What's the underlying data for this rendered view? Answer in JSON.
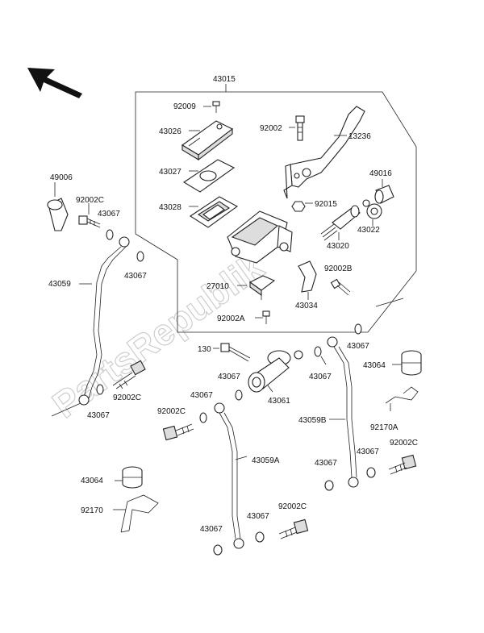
{
  "labels": {
    "l43015": "43015",
    "l92009": "92009",
    "l43026": "43026",
    "l43027": "43027",
    "l43028": "43028",
    "l92002": "92002",
    "l13236": "13236",
    "l49016": "49016",
    "l92015": "92015",
    "l43022": "43022",
    "l43020": "43020",
    "l92002B": "92002B",
    "l27010": "27010",
    "l43034": "43034",
    "l92002A": "92002A",
    "l49006": "49006",
    "l92002C_a": "92002C",
    "l43067_a": "43067",
    "l43067_b": "43067",
    "l43059": "43059",
    "l130": "130",
    "l43067_c": "43067",
    "l43067_d": "43067",
    "l43064_a": "43064",
    "l92002C_b": "92002C",
    "l43067_e": "43067",
    "l43061": "43061",
    "l43067_f": "43067",
    "l92002C_c": "92002C",
    "l43067_g": "43067",
    "l43059B": "43059B",
    "l92170A": "92170A",
    "l43059A": "43059A",
    "l43067_h": "43067",
    "l43067_i": "43067",
    "l92002C_d": "92002C",
    "l43064_b": "43064",
    "l92170": "92170",
    "l92002C_e": "92002C",
    "l43067_j": "43067",
    "l43067_k": "43067"
  },
  "watermark": "PartsRepublik",
  "icons": {
    "direction_arrow": "front-direction-arrow-icon"
  }
}
